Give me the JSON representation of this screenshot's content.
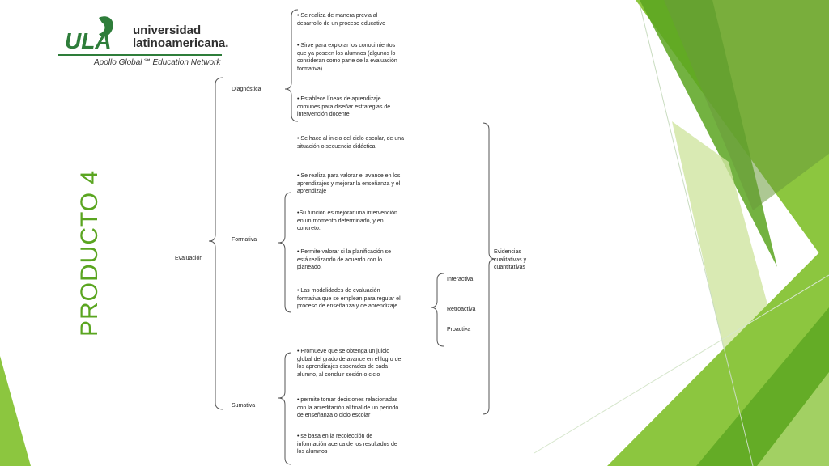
{
  "slide": {
    "title": "PRODUCTO 4",
    "accent_colors": [
      "#5aa520",
      "#8cc63f",
      "#cfe5a0",
      "#3a8a2f"
    ]
  },
  "logo": {
    "mark": "ULA",
    "name_line1": "universidad",
    "name_line2": "latinoamericana.",
    "tagline": "Apollo Global℠ Education Network"
  },
  "diagram": {
    "root": "Evaluación",
    "branches": {
      "diagnostica": {
        "label": "Diagnóstica",
        "items": [
          [
            "• Se realiza de manera previa al",
            "desarrollo de un proceso educativo"
          ],
          [
            "• Sirve para explorar los conocimientos",
            "que ya poseen los alumnos (algunos lo",
            "consideran como parte de la evaluación",
            "formativa)"
          ],
          [
            "• Establece líneas de aprendizaje",
            "comunes para diseñar estrategias de",
            "intervención docente"
          ]
        ]
      },
      "formativa": {
        "label": "Formativa",
        "items": [
          [
            "• Se hace al inicio del ciclo escolar, de una",
            "situación o secuencia didáctica."
          ],
          [
            "• Se realiza para valorar el avance en los",
            "aprendizajes y mejorar la enseñanza y el",
            "aprendizaje"
          ],
          [
            "•Su función es mejorar una intervención",
            "en un momento determinado, y en",
            "concreto."
          ],
          [
            "• Permite valorar si la planificación se",
            "está realizando de acuerdo con lo",
            "planeado."
          ],
          [
            "• Las modalidades de evaluación",
            "formativa que se emplean para regular el",
            "proceso de enseñanza y de aprendizaje"
          ]
        ]
      },
      "sumativa": {
        "label": "Sumativa",
        "items": [
          [
            "• Promueve que se obtenga un juicio",
            "global del grado de avance en el logro de",
            "los aprendizajes esperados de cada",
            "alumno, al concluir sesión o ciclo"
          ],
          [
            "• permite tomar decisiones relacionadas",
            "con la acreditación al final de un periodo",
            "de enseñanza o ciclo escolar"
          ],
          [
            "• se basa en la recolección de",
            "información acerca de los resultados de",
            "los alumnos"
          ]
        ]
      }
    },
    "modalidades": [
      "Interactiva",
      "Retroactiva",
      "Proactiva"
    ],
    "evidencias": [
      "Evidencias",
      "cualitativas y",
      "cuantitativas"
    ]
  }
}
